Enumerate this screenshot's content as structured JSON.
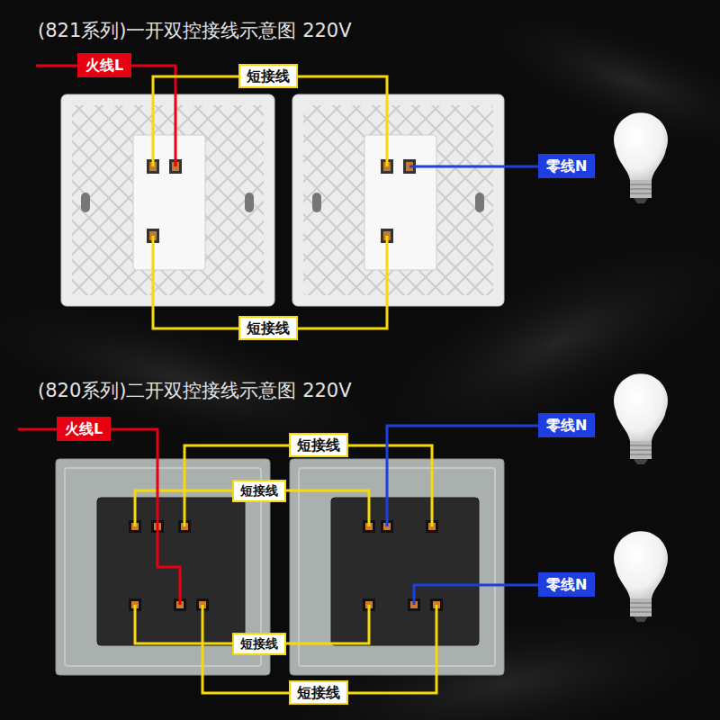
{
  "diagram": {
    "nodes": [
      {
        "text": [
          "火线L"
        ]
      },
      {
        "text": [
          "短接线"
        ]
      },
      {
        "text": [
          "零线N"
        ]
      },
      {
        "text": [
          "短接线"
        ]
      },
      {
        "text": [
          "火线L"
        ]
      },
      {
        "text": [
          "零线N"
        ]
      },
      {
        "text": [
          "短接线"
        ]
      },
      {
        "text": [
          "短接线"
        ]
      },
      {
        "text": [
          "零线N"
        ]
      },
      {
        "text": [
          "短接线"
        ]
      },
      {
        "text": [
          "短接线"
        ]
      }
    ],
    "labels": [
      "(821系列)一开双控接线示意图 220V",
      "(820系列)二开双控接线示意图 220V"
    ]
  }
}
